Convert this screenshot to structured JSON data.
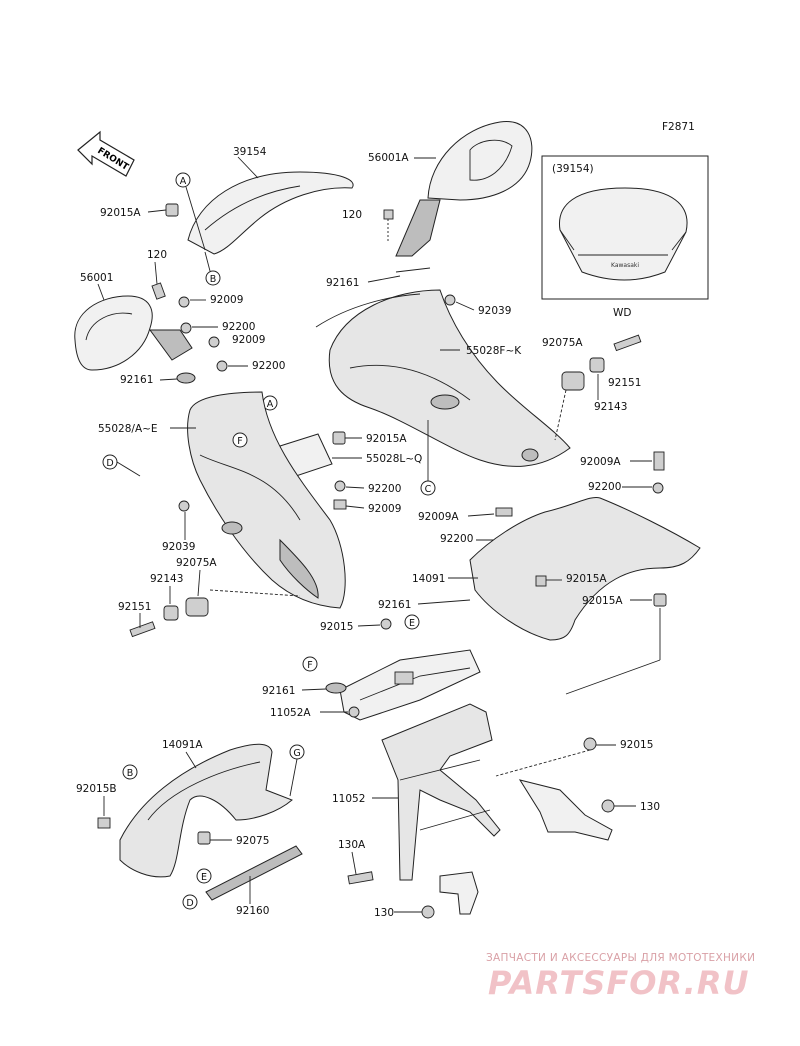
{
  "diagram_code": "F2871",
  "front_label": "FRONT",
  "inset": {
    "title": "(39154)",
    "caption": "WD",
    "decal_text": "Kawasaki"
  },
  "parts": {
    "p39154": "39154",
    "p92015A_top": "92015A",
    "p56001A": "56001A",
    "p120_top": "120",
    "p92161_top": "92161",
    "p92039_r": "92039",
    "p55028FK": "55028F~K",
    "p92075A_r": "92075A",
    "p92151_r": "92151",
    "p92143_r": "92143",
    "p92015A_mid": "92015A",
    "p55028LQ": "55028L~Q",
    "p92200_mid": "92200",
    "p92009_mid": "92009",
    "p120_left": "120",
    "p56001": "56001",
    "p92009_a": "92009",
    "p92200_a": "92200",
    "p92009_b": "92009",
    "p92200_b": "92200",
    "p92161_left": "92161",
    "p55028AE": "55028/A~E",
    "p92039_l": "92039",
    "p92075A_l": "92075A",
    "p92143_l": "92143",
    "p92151_l": "92151",
    "p92009A_r": "92009A",
    "p92200_r": "92200",
    "p92009A_c": "92009A",
    "p92200_c": "92200",
    "p14091": "14091",
    "p92015A_r1": "92015A",
    "p92015A_r2": "92015A",
    "p92161_c": "92161",
    "p92015_c": "92015",
    "p92161_f": "92161",
    "p11052A": "11052A",
    "p14091A": "14091A",
    "p92015B": "92015B",
    "p92075": "92075",
    "p92160": "92160",
    "p11052": "11052",
    "p92015_r": "92015",
    "p130_r": "130",
    "p130A": "130A",
    "p130_b": "130"
  },
  "refs": {
    "A": "A",
    "B": "B",
    "C": "C",
    "D": "D",
    "E": "E",
    "F": "F",
    "G": "G"
  },
  "watermark": {
    "subtitle": "ЗАПЧАСТИ И АКСЕССУАРЫ ДЛЯ МОТОТЕХНИКИ",
    "brand": "PARTSFOR.RU"
  }
}
